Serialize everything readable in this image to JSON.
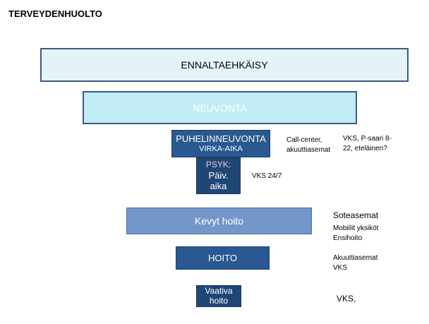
{
  "title": "TERVEYDENHUOLTO",
  "levels": {
    "ennaltaehkaisy": "ENNALTAEHKÄISY",
    "neuvonta": "NEUVONTA",
    "puhelinneuvonta_line1": "PUHELINNEUVONTA",
    "puhelinneuvonta_line2": "VIRKA-AIKA",
    "psyk_line1": "PSYK:",
    "psyk_line2": "Päiv.",
    "psyk_line3": "aika",
    "kevyt_hoito": "Kevyt hoito",
    "hoito": "HOITO",
    "vaativa_line1": "Vaativa",
    "vaativa_line2": "hoito"
  },
  "notes": {
    "callcenter_line1": "Call-center,",
    "callcenter_line2": "akuuttiasemat",
    "vks_psaari_line1": "VKS, P-saari 8-",
    "vks_psaari_line2": "22, eteläinen?",
    "vks_247": "VKS 24/7",
    "soteasemat": "Soteasemat",
    "mobiilit": "Mobiilit yksiköt",
    "ensihoito": "Ensihoito",
    "akuuttiasemat": "Akuuttiasemat",
    "vks": "VKS",
    "vks_comma": "VKS,"
  },
  "colors": {
    "ennaltaehkaisy_fill": "#e4f3f9",
    "neuvonta_fill": "#c1ecf6",
    "dark_blue": "#2a5890",
    "darker_blue": "#1f4776",
    "mid_blue": "#7497c9"
  }
}
